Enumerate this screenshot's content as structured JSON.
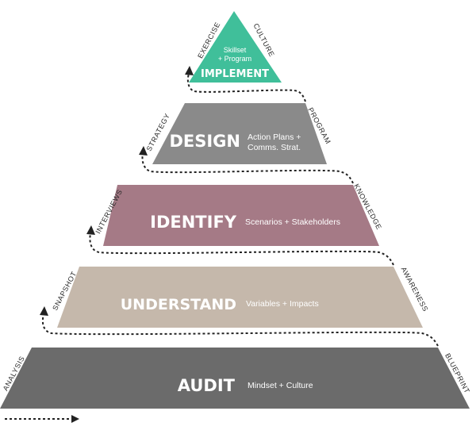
{
  "colors": {
    "audit": "#6b6b6b",
    "understand": "#c5b8ab",
    "identify": "#a57a86",
    "design": "#8a8a8a",
    "implement": "#40bf9a",
    "flow": "#222222",
    "label_text": "#2a2a2a"
  },
  "tiers": {
    "audit": {
      "title": "AUDIT",
      "sub1": "Mindset + Culture"
    },
    "understand": {
      "title": "UNDERSTAND",
      "sub1": "Variables + Impacts"
    },
    "identify": {
      "title": "IDENTIFY",
      "sub1": "Scenarios + Stakeholders"
    },
    "design": {
      "title": "DESIGN",
      "sub1": "Action Plans +",
      "sub2": "Comms. Strat."
    },
    "implement": {
      "title": "IMPLEMENT",
      "sub1": "Skillset",
      "sub2": "+ Program"
    }
  },
  "side_labels": {
    "analysis": "ANALYSIS",
    "snapshot": "SNAPSHOT",
    "interviews": "INTERVIEWS",
    "strategy": "STRATEGY",
    "exercise": "EXERCISE",
    "culture": "CULTURE",
    "program": "PROGRAM",
    "knowledge": "KNOWLEDGE",
    "awareness": "AWARENESS",
    "blueprint": "BLUEPRINT"
  }
}
